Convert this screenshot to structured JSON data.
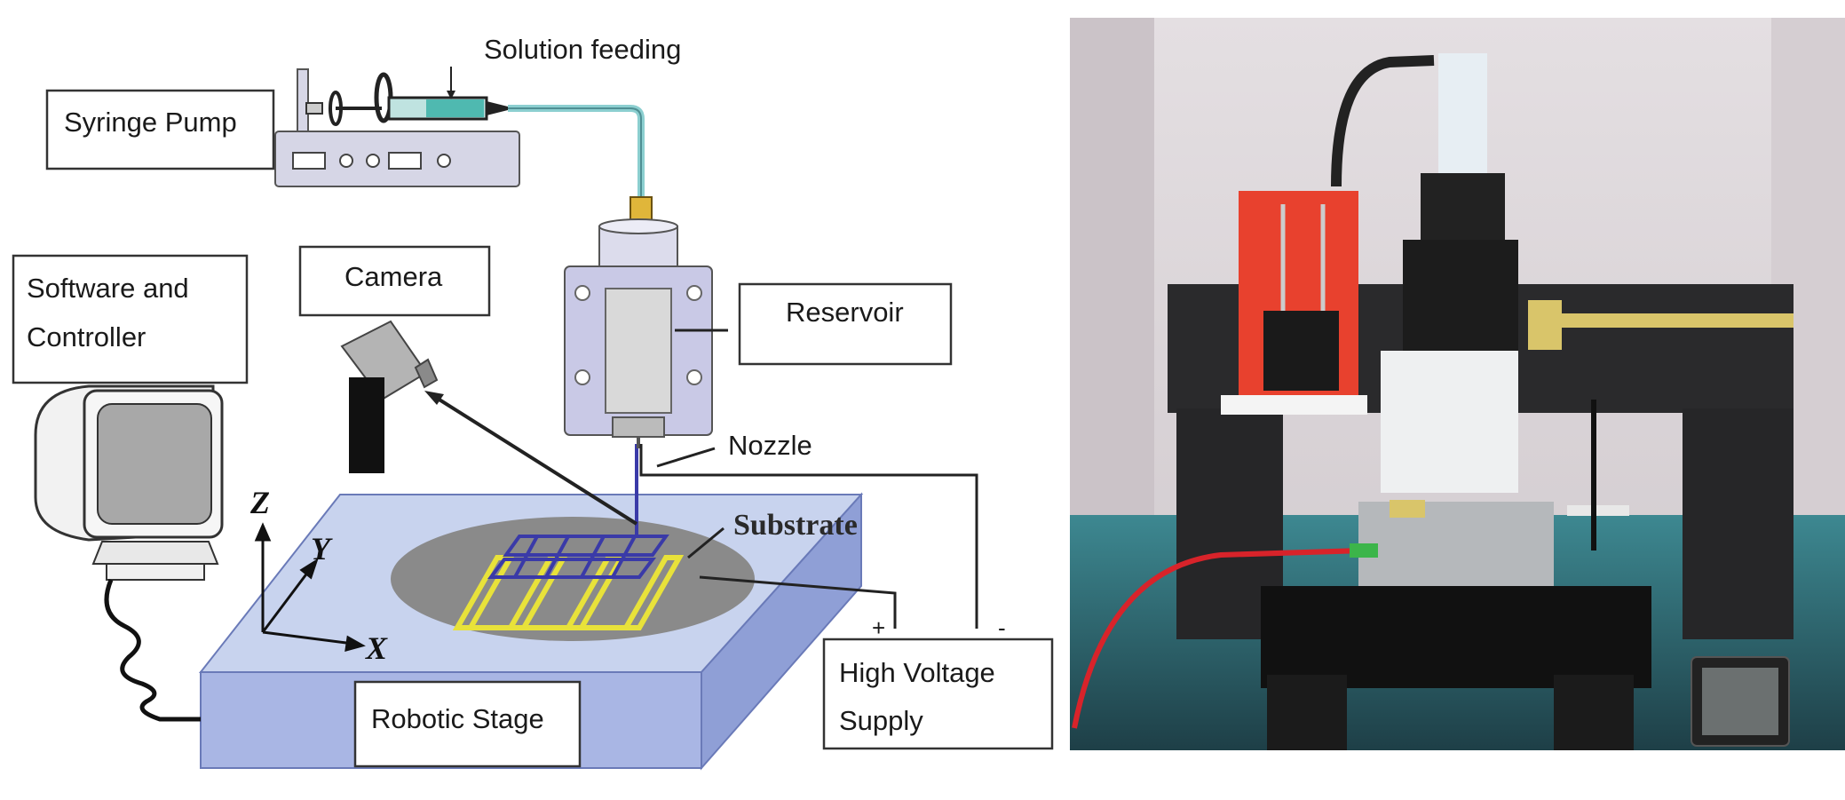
{
  "diagram": {
    "labels": {
      "solution_feeding": "Solution feeding",
      "syringe_pump": "Syringe Pump",
      "software_line1": "Software and",
      "software_line2": "Controller",
      "camera": "Camera",
      "reservoir": "Reservoir",
      "nozzle": "Nozzle",
      "substrate": "Substrate",
      "robotic_stage": "Robotic Stage",
      "hv_line1": "High Voltage",
      "hv_line2": "Supply",
      "plus": "+",
      "minus": "-"
    },
    "axes": {
      "z": "Z",
      "y": "Y",
      "x": "X"
    },
    "colors": {
      "stage_top": "#c8d3ee",
      "stage_side": "#8f9fd6",
      "substrate": "#8a8a8a",
      "pattern": "#e8e23a",
      "path": "#3a3aa8",
      "reservoir": "#c9c9e6",
      "tube": "#8ccfd0"
    }
  },
  "photo": {
    "colors": {
      "background": "#d9d4d8",
      "granite": "#2a2a2c",
      "pump": "#e8412e",
      "cable": "#d8232a",
      "tape": "#d9c56a"
    }
  }
}
